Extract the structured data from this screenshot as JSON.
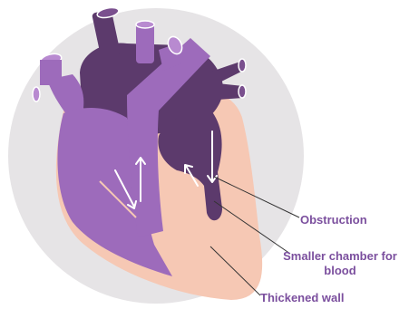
{
  "labels": {
    "obstruction": "Obstruction",
    "smaller_chamber": "Smaller chamber for blood",
    "thickened_wall": "Thickened wall"
  },
  "colors": {
    "background_circle": "#e6e4e6",
    "heart_wall": "#f6c8b4",
    "purple_light": "#9d6bbb",
    "purple_dark": "#5c3a6c",
    "label": "#7b4f9e",
    "leader_line": "#333333",
    "arrow": "#ffffff"
  }
}
